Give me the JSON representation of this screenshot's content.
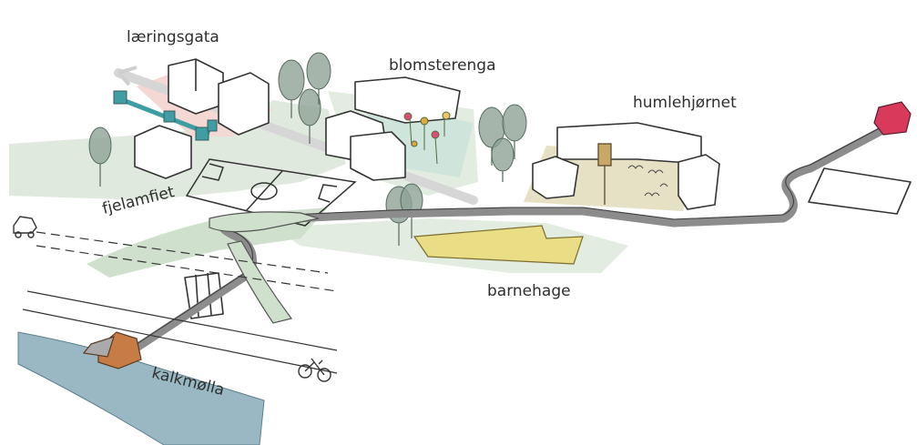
{
  "labels": {
    "laeringsgata": "læringsgata",
    "blomsterenga": "blomsterenga",
    "humlehjornet": "humlehjørnet",
    "fjelamfiet": "fjelamfiet",
    "barnehage": "barnehage",
    "kalkmolla": "kalkmølla"
  },
  "colors": {
    "green_zone": "#dfe9dd",
    "pink_zone": "#f3d8d3",
    "mint_zone": "#cfe5dc",
    "sand_zone": "#e6e1c4",
    "tree": "#8fa397",
    "path": "#8c8c8c",
    "water": "#9ab8c4",
    "mill": "#c77c45",
    "kindergarten": "#e9dd86",
    "red_house": "#d93a5c",
    "teal_pieces": "#3f9ea3"
  },
  "icons": [
    "car-icon",
    "bicycle-icon",
    "flower-icon",
    "birdhouse-icon",
    "butterfly-icon"
  ]
}
